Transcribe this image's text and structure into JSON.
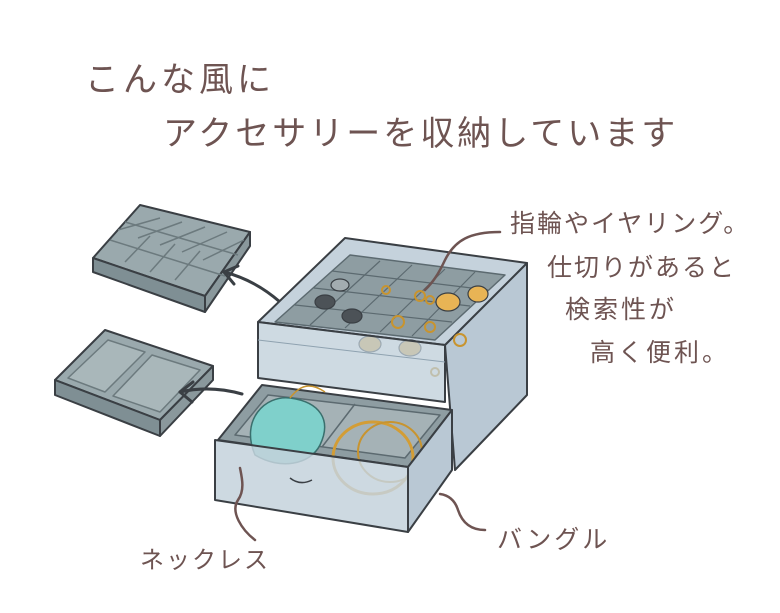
{
  "title": {
    "line1": "こんな風に",
    "line2": "アクセサリーを収納しています"
  },
  "annotations": {
    "rings_line1": "指輪やイヤリング。",
    "rings_line2": "仕切りがあると",
    "rings_line3": "検索性が",
    "rings_line4": "高く便利。",
    "bangle": "バングル",
    "necklace": "ネックレス"
  },
  "colors": {
    "text": "#6e5452",
    "case": "#a9bccb",
    "tray": "#8f9ea3",
    "gold": "#e8b455",
    "pouch": "#7fd0cb"
  }
}
